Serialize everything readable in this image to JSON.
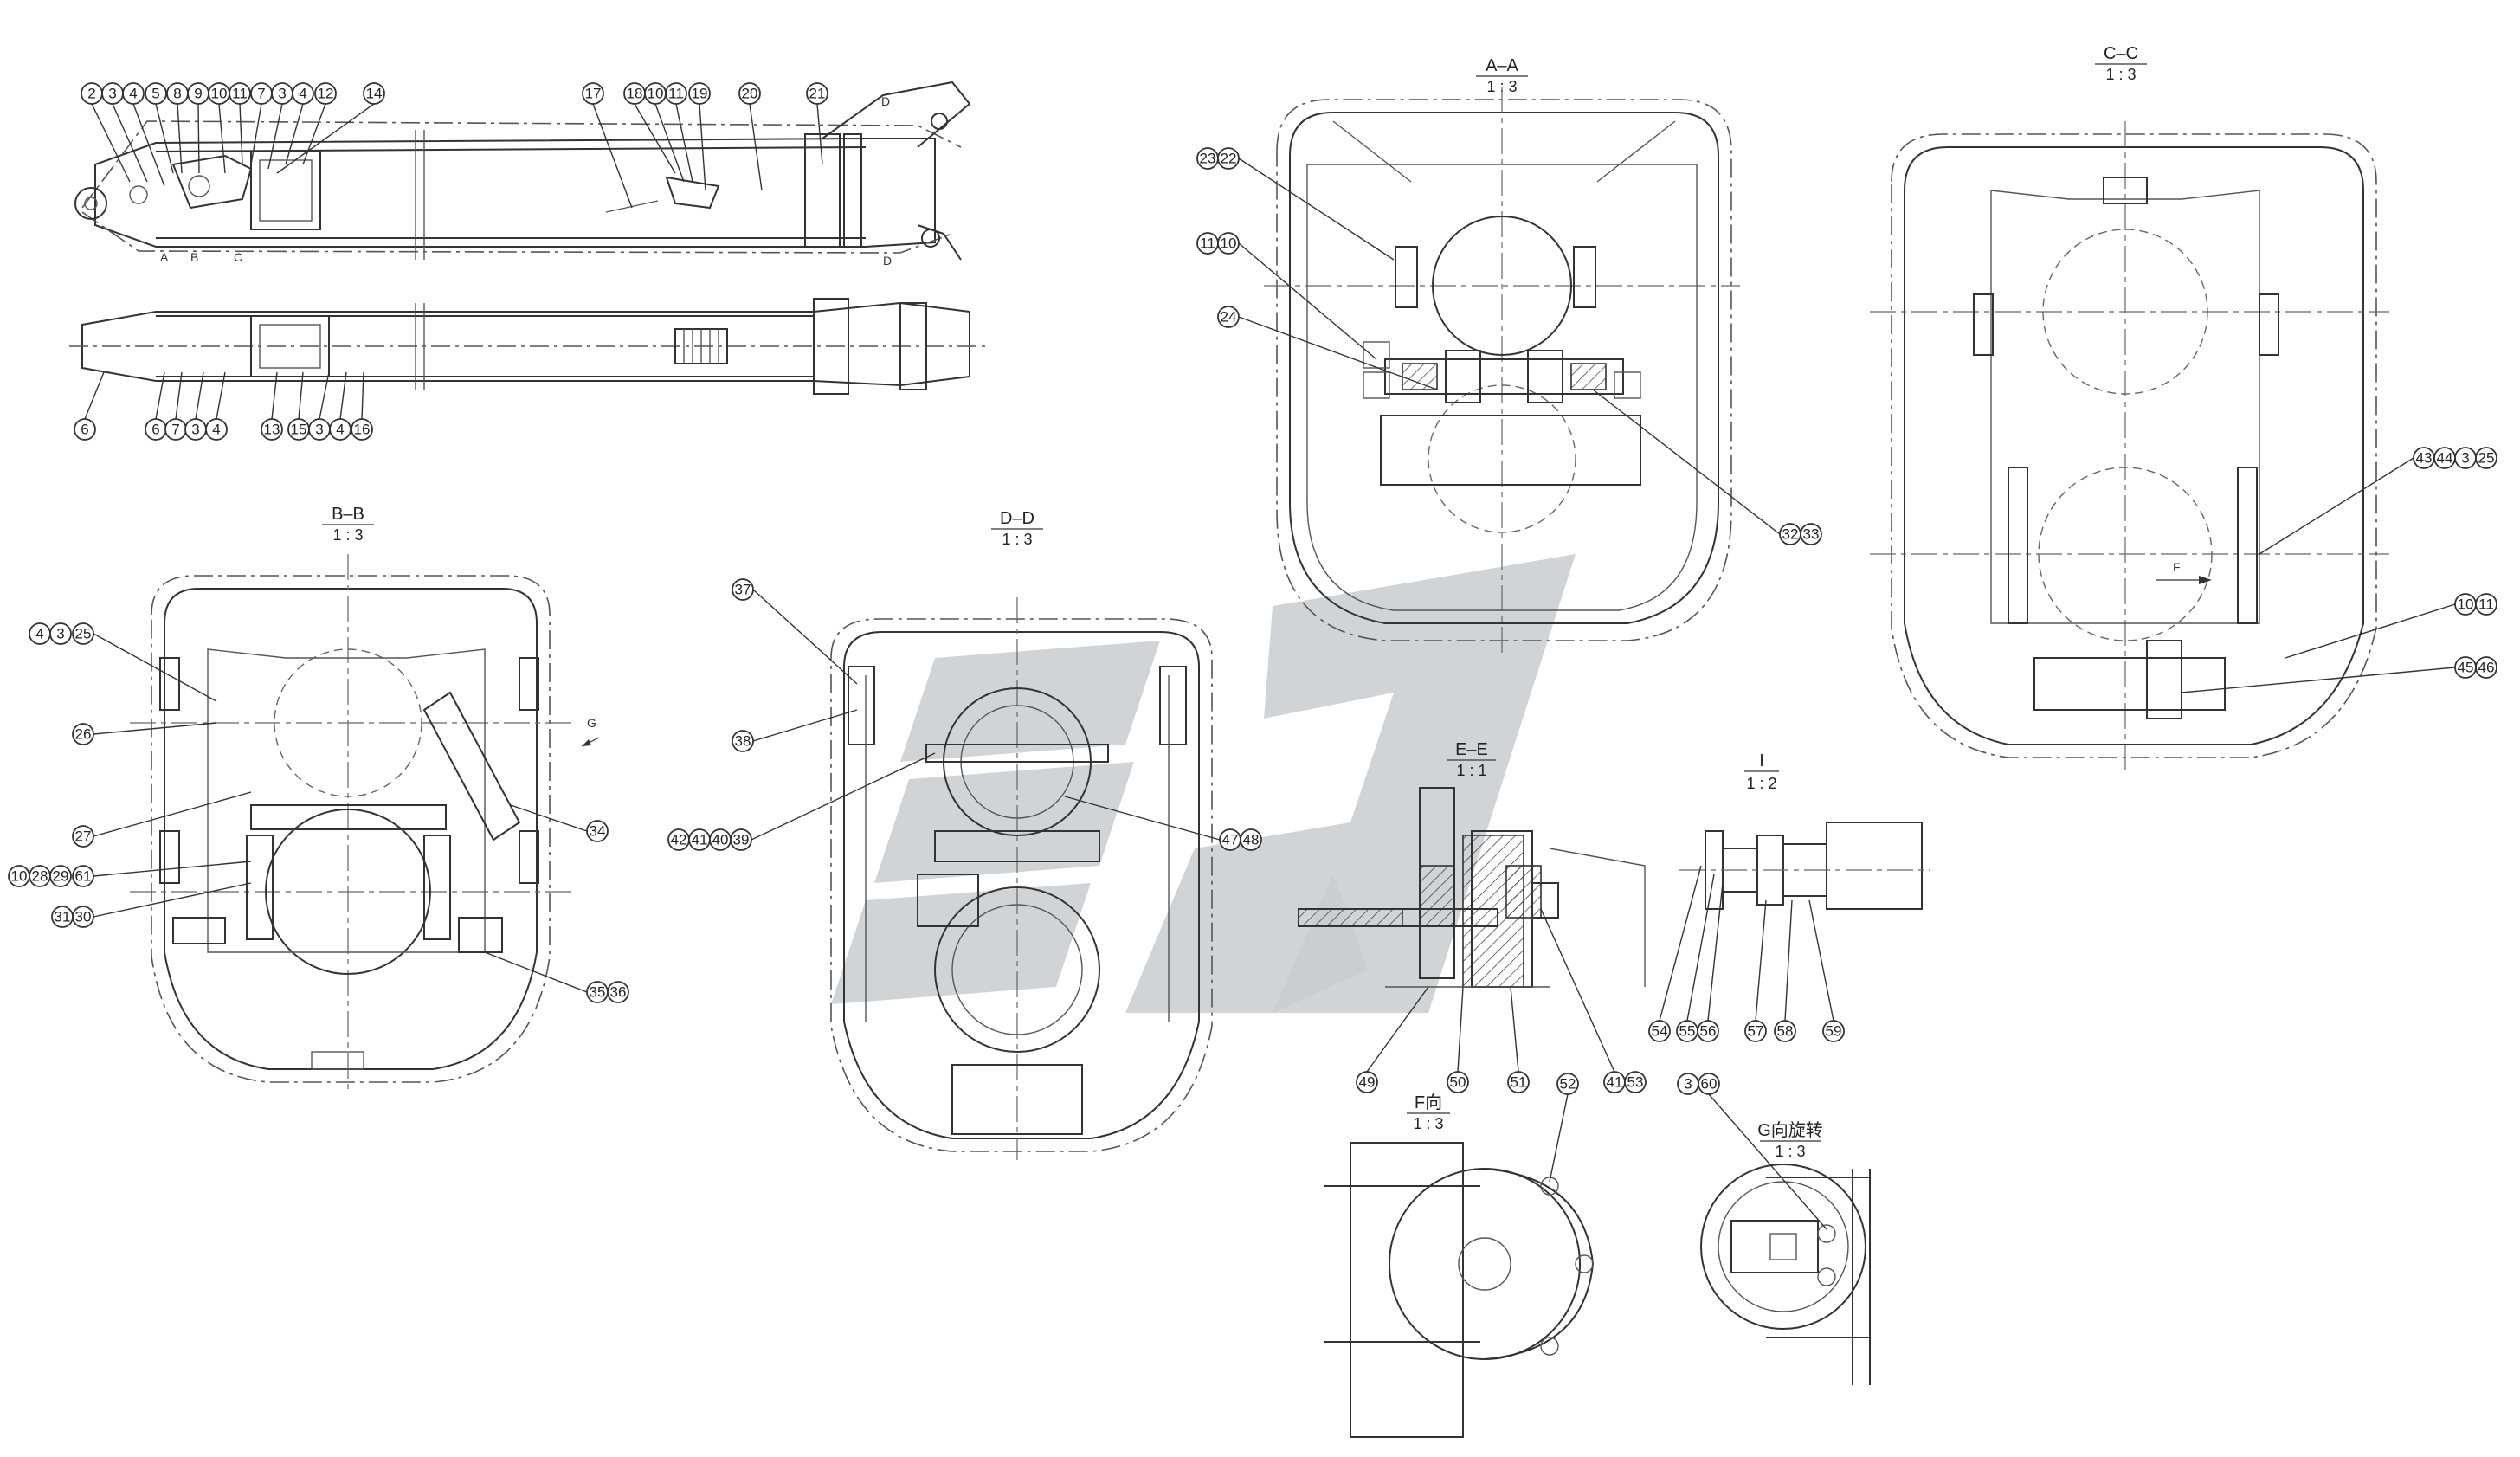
{
  "views": {
    "aa": {
      "title": "A–A",
      "scale": "1 : 3"
    },
    "bb": {
      "title": "B–B",
      "scale": "1 : 3"
    },
    "cc": {
      "title": "C–C",
      "scale": "1 : 3"
    },
    "dd": {
      "title": "D–D",
      "scale": "1 : 3"
    },
    "ee": {
      "title": "E–E",
      "scale": "1 : 1"
    },
    "detail_i": {
      "title": "I",
      "scale": "1 : 2"
    },
    "view_f": {
      "title": "F向",
      "scale": "1 : 3"
    },
    "view_g": {
      "title": "G向旋转",
      "scale": "1 : 3"
    }
  },
  "markers": {
    "g_arrow": "G",
    "f_arrow": "F",
    "sec_a": "A",
    "sec_b": "B",
    "sec_c": "C",
    "sec_d": "D"
  },
  "callouts": {
    "top_row": [
      "2",
      "3",
      "4",
      "5",
      "8",
      "9",
      "10",
      "11",
      "7",
      "3",
      "4",
      "12",
      "14",
      "17",
      "18",
      "10",
      "11",
      "19",
      "20",
      "21"
    ],
    "plan_bottom": [
      "6",
      "6",
      "7",
      "3",
      "4",
      "13",
      "15",
      "3",
      "4",
      "16"
    ],
    "aa": [
      "23",
      "22",
      "11",
      "10",
      "24",
      "32",
      "33"
    ],
    "cc": [
      "43",
      "44",
      "3",
      "25",
      "10",
      "11",
      "45",
      "46"
    ],
    "bb": [
      "4",
      "3",
      "25",
      "26",
      "27",
      "10",
      "28",
      "29",
      "61",
      "31",
      "30",
      "34",
      "35",
      "36"
    ],
    "dd": [
      "37",
      "38",
      "42",
      "41",
      "40",
      "39",
      "47",
      "48"
    ],
    "ee": [
      "49",
      "50",
      "51",
      "41",
      "53"
    ],
    "detail_i": [
      "54",
      "55",
      "56",
      "57",
      "58",
      "59"
    ],
    "view_f": [
      "52"
    ],
    "view_g": [
      "3",
      "60"
    ]
  }
}
